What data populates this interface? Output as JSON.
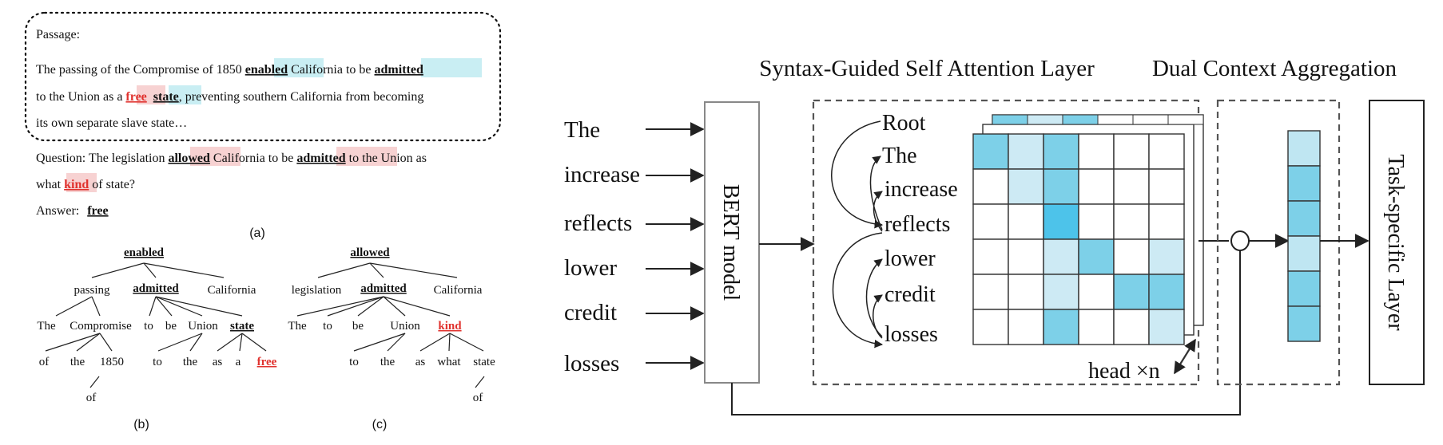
{
  "passage": {
    "label": "Passage:",
    "line1": [
      "The passing of the Compromise of 1850 ",
      "enabled",
      " California to be ",
      "admitted"
    ],
    "line2": [
      "to the Union as a ",
      "free",
      "state",
      ", preventing southern California from becoming"
    ],
    "line3": "its own separate slave state…"
  },
  "question": {
    "line1": [
      "Question:  The legislation ",
      "allowed",
      " California to be ",
      "admitted",
      " to the Union as"
    ],
    "line2": [
      "what ",
      "kind",
      " of state?"
    ]
  },
  "answer": {
    "label": "Answer:",
    "value": "free"
  },
  "captions": {
    "a": "(a)",
    "b": "(b)",
    "c": "(c)"
  },
  "tree_b": {
    "root": "enabled",
    "level1": [
      "passing",
      "admitted",
      "California"
    ],
    "level2": [
      "The",
      "Compromise",
      "to",
      "be",
      "Union",
      "state"
    ],
    "level3": [
      "of",
      "the",
      "1850",
      "to",
      "the",
      "as",
      "a",
      "free"
    ],
    "level4": [
      "of"
    ]
  },
  "tree_c": {
    "root": "allowed",
    "level1": [
      "legislation",
      "admitted",
      "California"
    ],
    "level2": [
      "The",
      "to",
      "be",
      "Union",
      "kind"
    ],
    "level3": [
      "to",
      "the",
      "as",
      "what",
      "state"
    ],
    "level4": [
      "of"
    ]
  },
  "model": {
    "input_tokens": [
      "The",
      "increase",
      "reflects",
      "lower",
      "credit",
      "losses"
    ],
    "bert_label": "BERT model",
    "sg_title": "Syntax-Guided Self Attention Layer",
    "dual_title": "Dual Context Aggregation",
    "tree_tokens": [
      "Root",
      "The",
      "increase",
      "reflects",
      "lower",
      "credit",
      "losses"
    ],
    "head_label": "head ×n",
    "task_label": "Task-specific Layer"
  },
  "colors": {
    "highlight_cyan": "#c9eef3",
    "highlight_pink": "#f7d2d2",
    "answer_red": "#e0322e",
    "attention_dark": "#4dc3ea",
    "attention_mid": "#7dd0e8",
    "attention_light": "#cdeaf4"
  },
  "attention_matrix": [
    [
      2,
      1,
      2,
      0,
      0,
      0
    ],
    [
      0,
      1,
      2,
      0,
      0,
      0
    ],
    [
      0,
      0,
      3,
      0,
      0,
      0
    ],
    [
      0,
      0,
      1,
      2,
      0,
      1
    ],
    [
      0,
      0,
      1,
      0,
      2,
      2
    ],
    [
      0,
      0,
      2,
      0,
      0,
      1
    ]
  ],
  "aggregation_vector": [
    1,
    2,
    2,
    1,
    2,
    2
  ]
}
